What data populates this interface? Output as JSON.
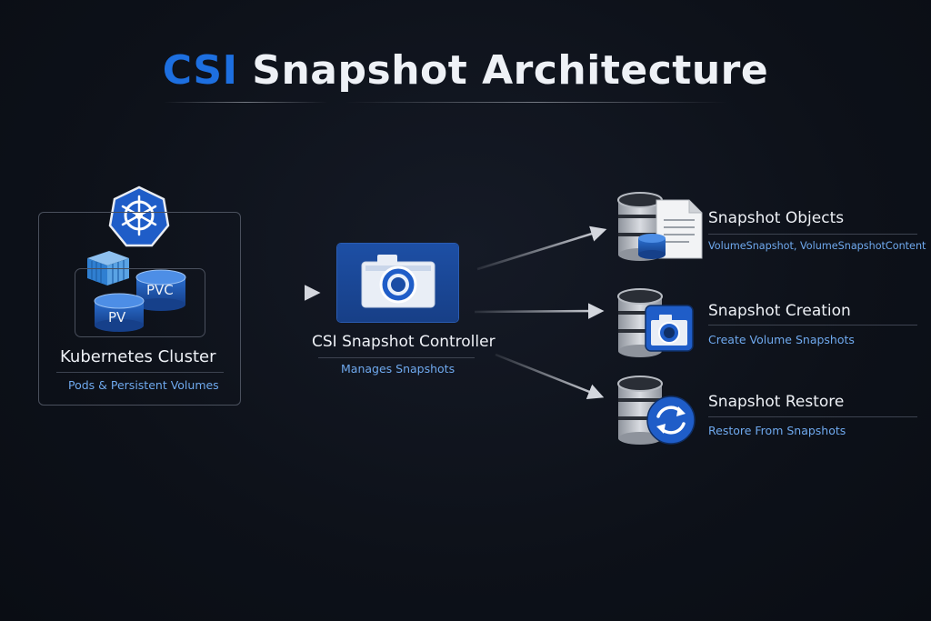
{
  "title": {
    "accent": "CSI",
    "rest": "Snapshot Architecture"
  },
  "cluster": {
    "title": "Kubernetes Cluster",
    "subtitle": "Pods & Persistent Volumes",
    "pvc_label": "PVC",
    "pv_label": "PV",
    "icons": [
      "kubernetes-helm-icon",
      "container-icon",
      "pvc-disk-icon",
      "pv-disk-icon"
    ]
  },
  "controller": {
    "title": "CSI Snapshot Controller",
    "subtitle": "Manages Snapshots",
    "icon": "camera-icon"
  },
  "outputs": [
    {
      "title": "Snapshot Objects",
      "subtitle": "VolumeSnapshot, VolumeSnapshotContent",
      "icon": "database-document-icon"
    },
    {
      "title": "Snapshot Creation",
      "subtitle": "Create Volume Snapshots",
      "icon": "database-camera-icon"
    },
    {
      "title": "Snapshot Restore",
      "subtitle": "Restore From Snapshots",
      "icon": "database-restore-icon"
    }
  ],
  "colors": {
    "accent": "#1d6fe0",
    "subtext": "#6fa9ee",
    "background": "#0d1119"
  }
}
